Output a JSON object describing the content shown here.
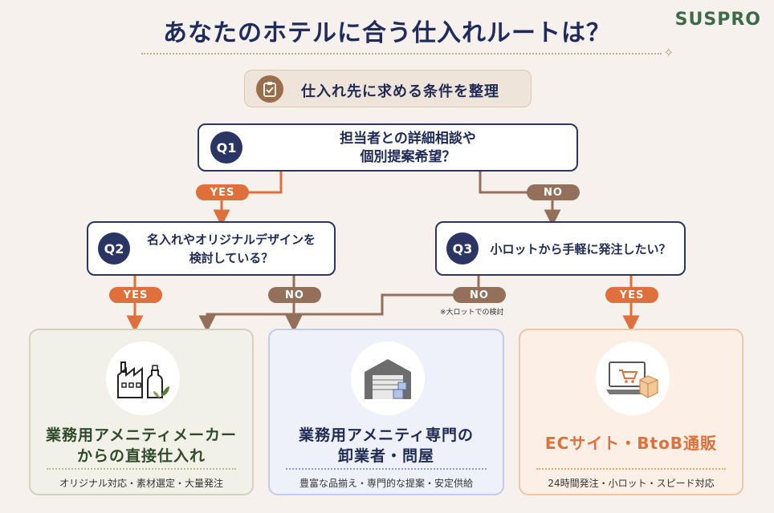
{
  "header": {
    "title": "あなたのホテルに合う仕入れルートは？",
    "brand": "SUSPRO"
  },
  "start": {
    "label": "仕入れ先に求める条件を整理",
    "icon": "clipboard-icon"
  },
  "questions": [
    {
      "badge": "Q1",
      "line1": "担当者との詳細相談や",
      "line2": "個別提案希望？"
    },
    {
      "badge": "Q2",
      "line1": "名入れやオリジナルデザインを",
      "line2": "検討している？"
    },
    {
      "badge": "Q3",
      "line1": "小ロットから手軽に発注したい？",
      "line2": ""
    }
  ],
  "branches": {
    "q1_yes": "YES",
    "q1_no": "NO",
    "q2_yes": "YES",
    "q2_no": "NO",
    "q3_no": "NO",
    "q3_yes": "YES",
    "q3_note": "※大ロットでの検討"
  },
  "results": [
    {
      "title1": "業務用アメニティメーカー",
      "title2": "からの直接仕入れ",
      "footer": "オリジナル対応・素材選定・大量発注",
      "icon": "factory-bottle-leaf-icon",
      "color": "#2f4a2b"
    },
    {
      "title1": "業務用アメニティ専門の",
      "title2": "卸業者・問屋",
      "footer": "豊富な品揃え・専門的な提案・安定供給",
      "icon": "warehouse-icon",
      "color": "#1f2a55"
    },
    {
      "title1": "ECサイト・BtoB通販",
      "title2": "",
      "footer": "24時間発注・小ロット・スピード対応",
      "icon": "laptop-cart-box-icon",
      "color": "#e0703b"
    }
  ],
  "colors": {
    "navy": "#2a3563",
    "orange": "#e0703b",
    "brown": "#94705a",
    "green": "#3d6b4a"
  }
}
